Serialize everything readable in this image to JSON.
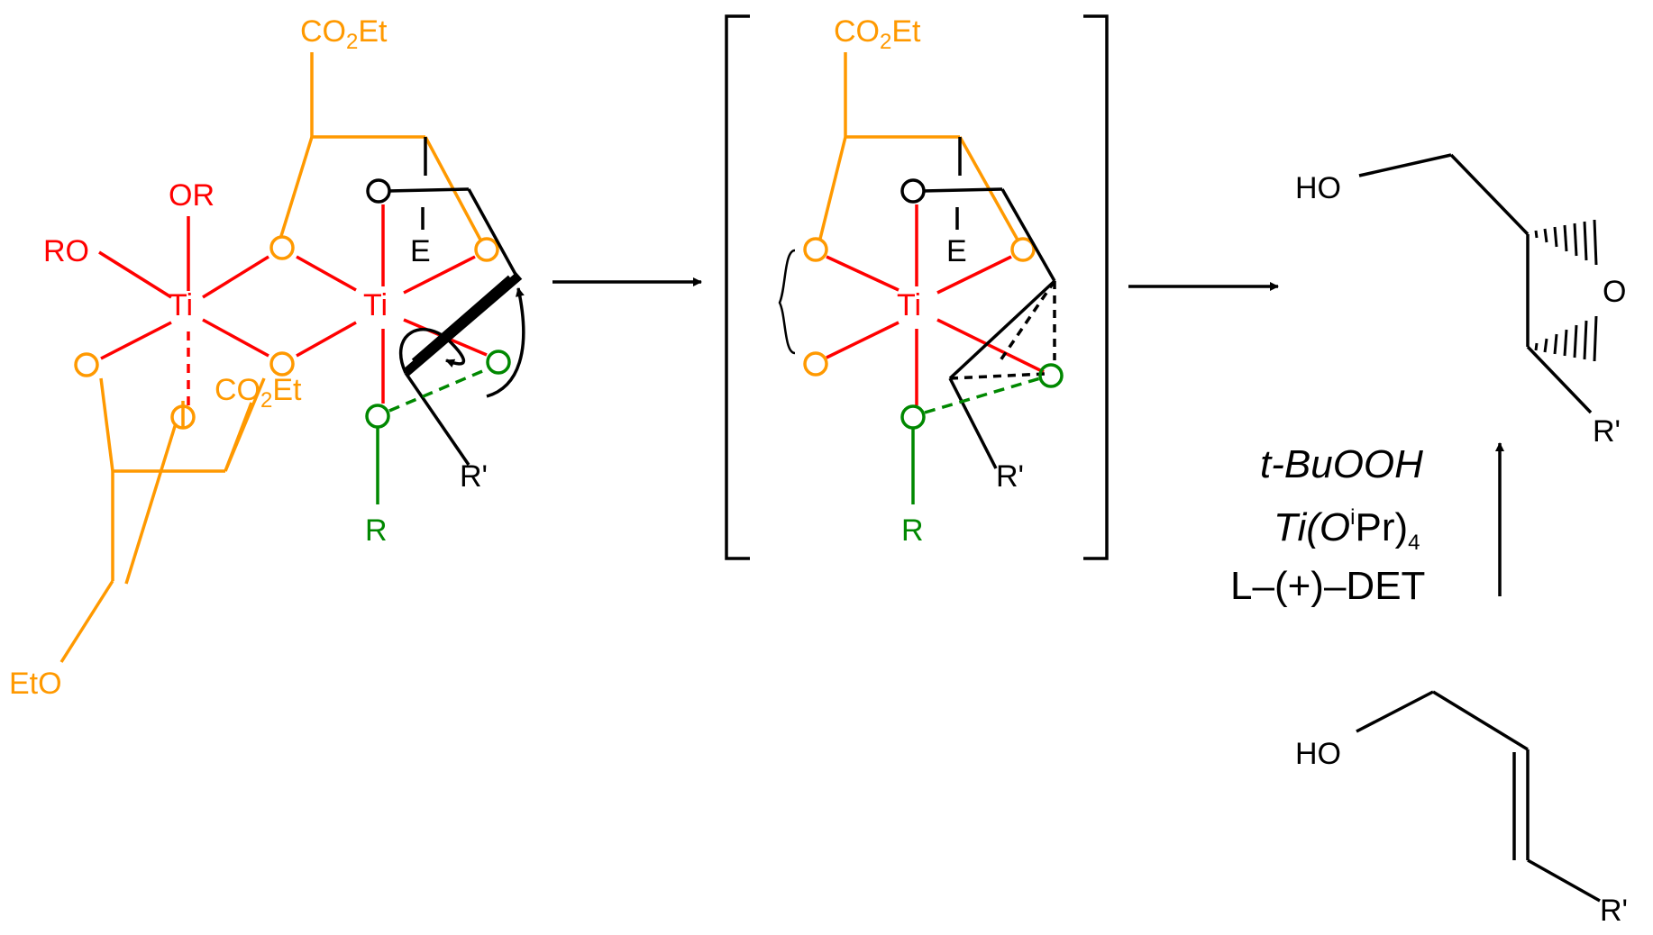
{
  "colors": {
    "ti_center": "#ff0000",
    "tartrate": "#ff9900",
    "peroxide": "#008800",
    "substrate": "#000000"
  },
  "complex": {
    "ti_left": "Ti",
    "ti_right": "Ti",
    "ligand_or": "OR",
    "ligand_ro": "RO",
    "ester_top": {
      "main": "CO",
      "sub": "2",
      "tail": "Et"
    },
    "ester_mid": {
      "main": "CO",
      "sub": "2",
      "tail": "Et"
    },
    "eto": "EtO",
    "allylic_o": "O",
    "e_label": "E",
    "peroxide_r": "R",
    "substituent": "R'"
  },
  "transition_state": {
    "ti": "Ti",
    "ester": {
      "main": "CO",
      "sub": "2",
      "tail": "Et"
    },
    "allylic_o": "O",
    "e_label": "E",
    "peroxide_r": "R",
    "substituent": "R'"
  },
  "product": {
    "ho": "HO",
    "epoxide_o": "O",
    "substituent": "R'"
  },
  "substrate": {
    "ho": "HO",
    "substituent": "R'"
  },
  "conditions": {
    "line1": "t-BuOOH",
    "line2": {
      "a": "Ti(O",
      "b": "i",
      "c": "Pr)",
      "d": "4"
    },
    "line3": "L–(+)–DET"
  }
}
